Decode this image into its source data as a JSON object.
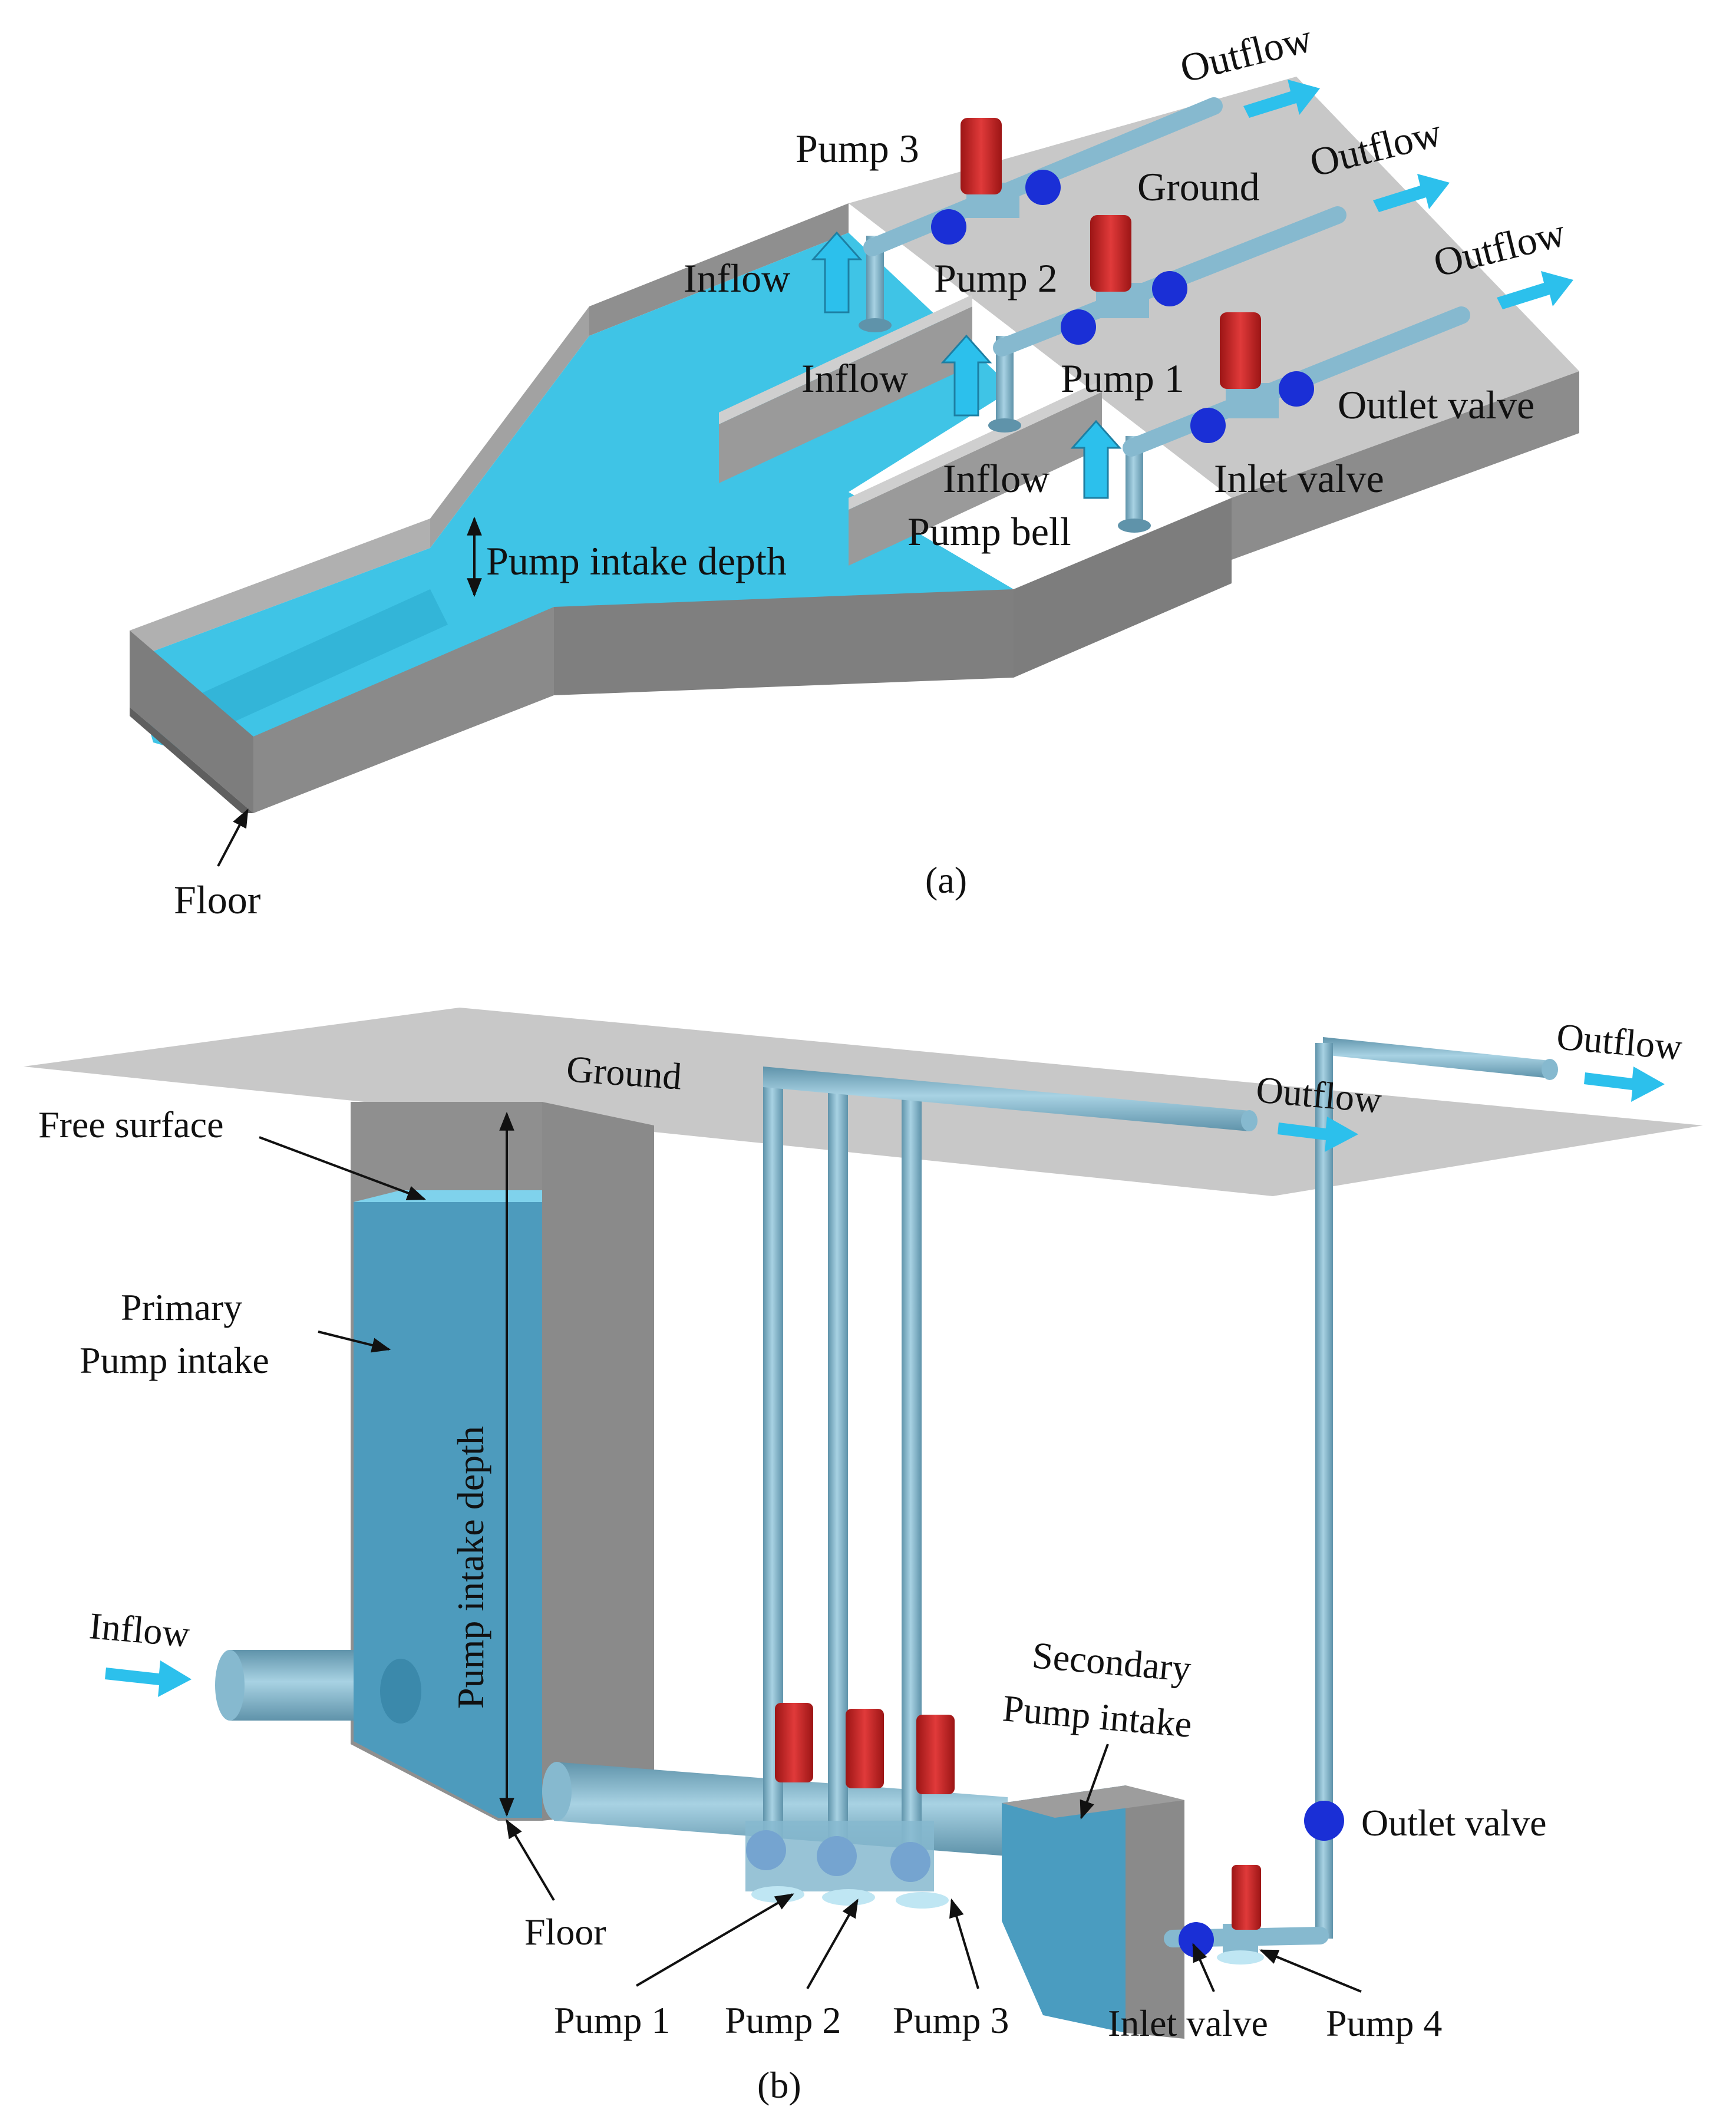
{
  "panel_a": {
    "caption": "(a)",
    "labels": {
      "outflow_1": "Outflow",
      "outflow_2": "Outflow",
      "outflow_3": "Outflow",
      "pump3": "Pump 3",
      "pump2": "Pump 2",
      "pump1": "Pump 1",
      "ground": "Ground",
      "inflow_1": "Inflow",
      "inflow_2": "Inflow",
      "inflow_3": "Inflow",
      "outlet_valve": "Outlet valve",
      "inlet_valve": "Inlet valve",
      "pump_bell": "Pump bell",
      "pump_intake_depth": "Pump intake depth",
      "floor": "Floor"
    }
  },
  "panel_b": {
    "caption": "(b)",
    "labels": {
      "ground": "Ground",
      "outflow_1": "Outflow",
      "outflow_2": "Outflow",
      "free_surface": "Free surface",
      "primary_line1": "Primary",
      "primary_line2": "Pump intake",
      "pump_intake_depth": "Pump intake depth",
      "inflow": "Inflow",
      "secondary_line1": "Secondary",
      "secondary_line2": "Pump intake",
      "outlet_valve": "Outlet valve",
      "floor": "Floor",
      "pump1": "Pump 1",
      "pump2": "Pump 2",
      "pump3": "Pump 3",
      "inlet_valve": "Inlet valve",
      "pump4": "Pump 4"
    }
  },
  "colors": {
    "concrete_top": "#c8c8c8",
    "concrete_side": "#8c8c8c",
    "concrete_dark": "#6f6f6f",
    "water": "#3fc4e6",
    "water_deep": "#2aa9cc",
    "pipe": "#86b9cf",
    "pipe_dark": "#5f93aa",
    "valve": "#1a2fd6",
    "motor": "#d12a2a",
    "arrow": "#2cc0ec"
  }
}
